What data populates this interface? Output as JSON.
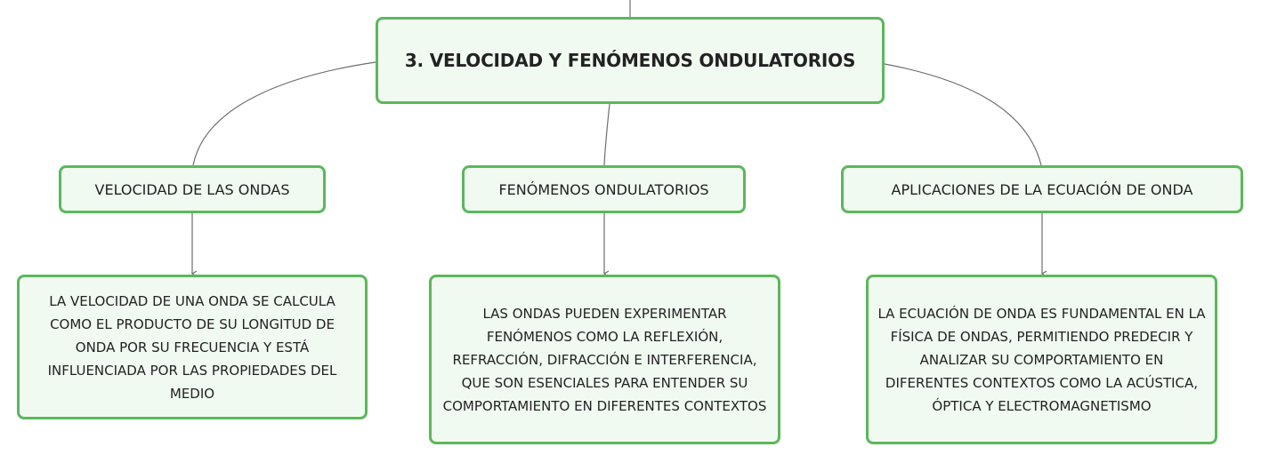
{
  "root": {
    "label": "3. VELOCIDAD Y FENÓMENOS ONDULATORIOS"
  },
  "topics": [
    {
      "label": "VELOCIDAD DE LAS ONDAS",
      "detail": "LA VELOCIDAD DE UNA ONDA SE CALCULA COMO EL PRODUCTO DE SU LONGITUD DE ONDA POR SU FRECUENCIA Y ESTÁ INFLUENCIADA POR LAS PROPIEDADES DEL MEDIO"
    },
    {
      "label": "FENÓMENOS ONDULATORIOS",
      "detail": "LAS ONDAS PUEDEN EXPERIMENTAR FENÓMENOS COMO LA REFLEXIÓN, REFRACCIÓN, DIFRACCIÓN E INTERFERENCIA, QUE SON ESENCIALES PARA ENTENDER SU COMPORTAMIENTO EN DIFERENTES CONTEXTOS"
    },
    {
      "label": "APLICACIONES DE LA ECUACIÓN DE ONDA",
      "detail": "LA ECUACIÓN DE ONDA ES FUNDAMENTAL EN LA FÍSICA DE ONDAS, PERMITIENDO PREDECIR Y ANALIZAR SU COMPORTAMIENTO EN DIFERENTES CONTEXTOS COMO LA ACÚSTICA, ÓPTICA Y ELECTROMAGNETISMO"
    }
  ],
  "colors": {
    "node_border": "#5bb85b",
    "node_fill": "#f1faf1",
    "connector": "#6e6e6e",
    "text": "#222222"
  }
}
